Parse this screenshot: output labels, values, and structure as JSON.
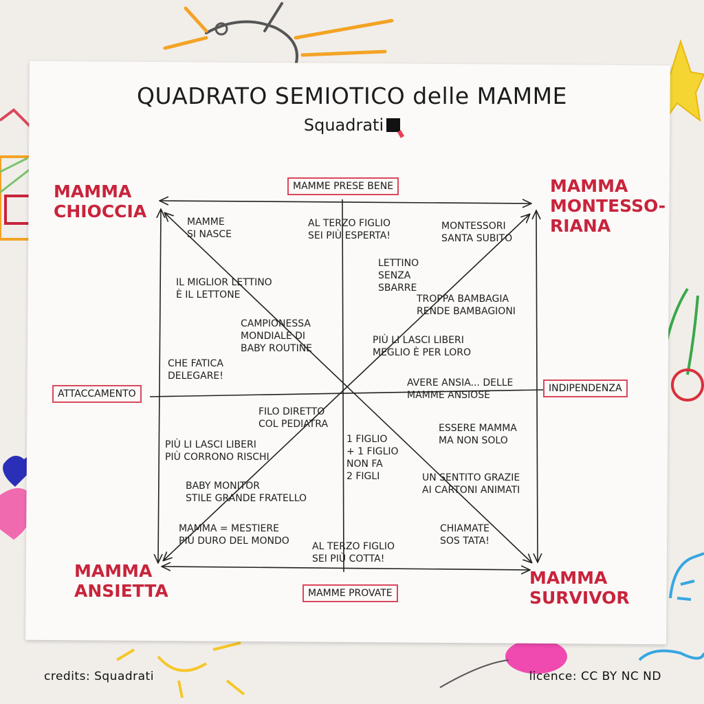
{
  "title": "QUADRATO SEMIOTICO delle MAMME",
  "brand": "Squadrati",
  "axes": {
    "top": "MAMME PRESE BENE",
    "bottom": "MAMME PROVATE",
    "left": "ATTACCAMENTO",
    "right": "INDIPENDENZA"
  },
  "corners": {
    "top_left": "MAMMA\nCHIOCCIA",
    "top_right": "MAMMA\nMONTESSO-\nRIANA",
    "bottom_left": "MAMMA\nANSIETTA",
    "bottom_right": "MAMMA\nSURVIVOR"
  },
  "notes": [
    "MAMME\nSI NASCE",
    "AL TERZO FIGLIO\nSEI PIÙ ESPERTA!",
    "MONTESSORI\nSANTA SUBITO",
    "LETTINO\nSENZA\nSBARRE",
    "IL MIGLIOR LETTINO\nÈ IL LETTONE",
    "TROPPA BAMBAGIA\nRENDE BAMBAGIONI",
    "CAMPIONESSA\nMONDIALE DI\nBABY ROUTINE",
    "PIÙ LI LASCI LIBERI\nMEGLIO È PER LORO",
    "CHE FATICA\nDELEGARE!",
    "AVERE ANSIA... DELLE\nMAMME ANSIOSE",
    "FILO DIRETTO\nCOL PEDIATRA",
    "ESSERE MAMMA\nMA NON SOLO",
    "PIÙ LI LASCI LIBERI\nPIÙ CORRONO RISCHI",
    "1 FIGLIO\n+ 1 FIGLIO\nNON FA\n2 FIGLI",
    "BABY MONITOR\nSTILE GRANDE FRATELLO",
    "UN SENTITO GRAZIE\nAI CARTONI ANIMATI",
    "MAMMA = MESTIERE\nPIÙ DURO DEL MONDO",
    "AL TERZO FIGLIO\nSEI PIÙ COTTA!",
    "CHIAMATE\nSOS TATA!"
  ],
  "credits": "credits: Squadrati",
  "licence": "licence: CC BY NC ND",
  "colors": {
    "accent_red": "#c8243c",
    "box_border": "#d9485c",
    "ink": "#1e1e1e",
    "paper": "#fbfaf8"
  }
}
